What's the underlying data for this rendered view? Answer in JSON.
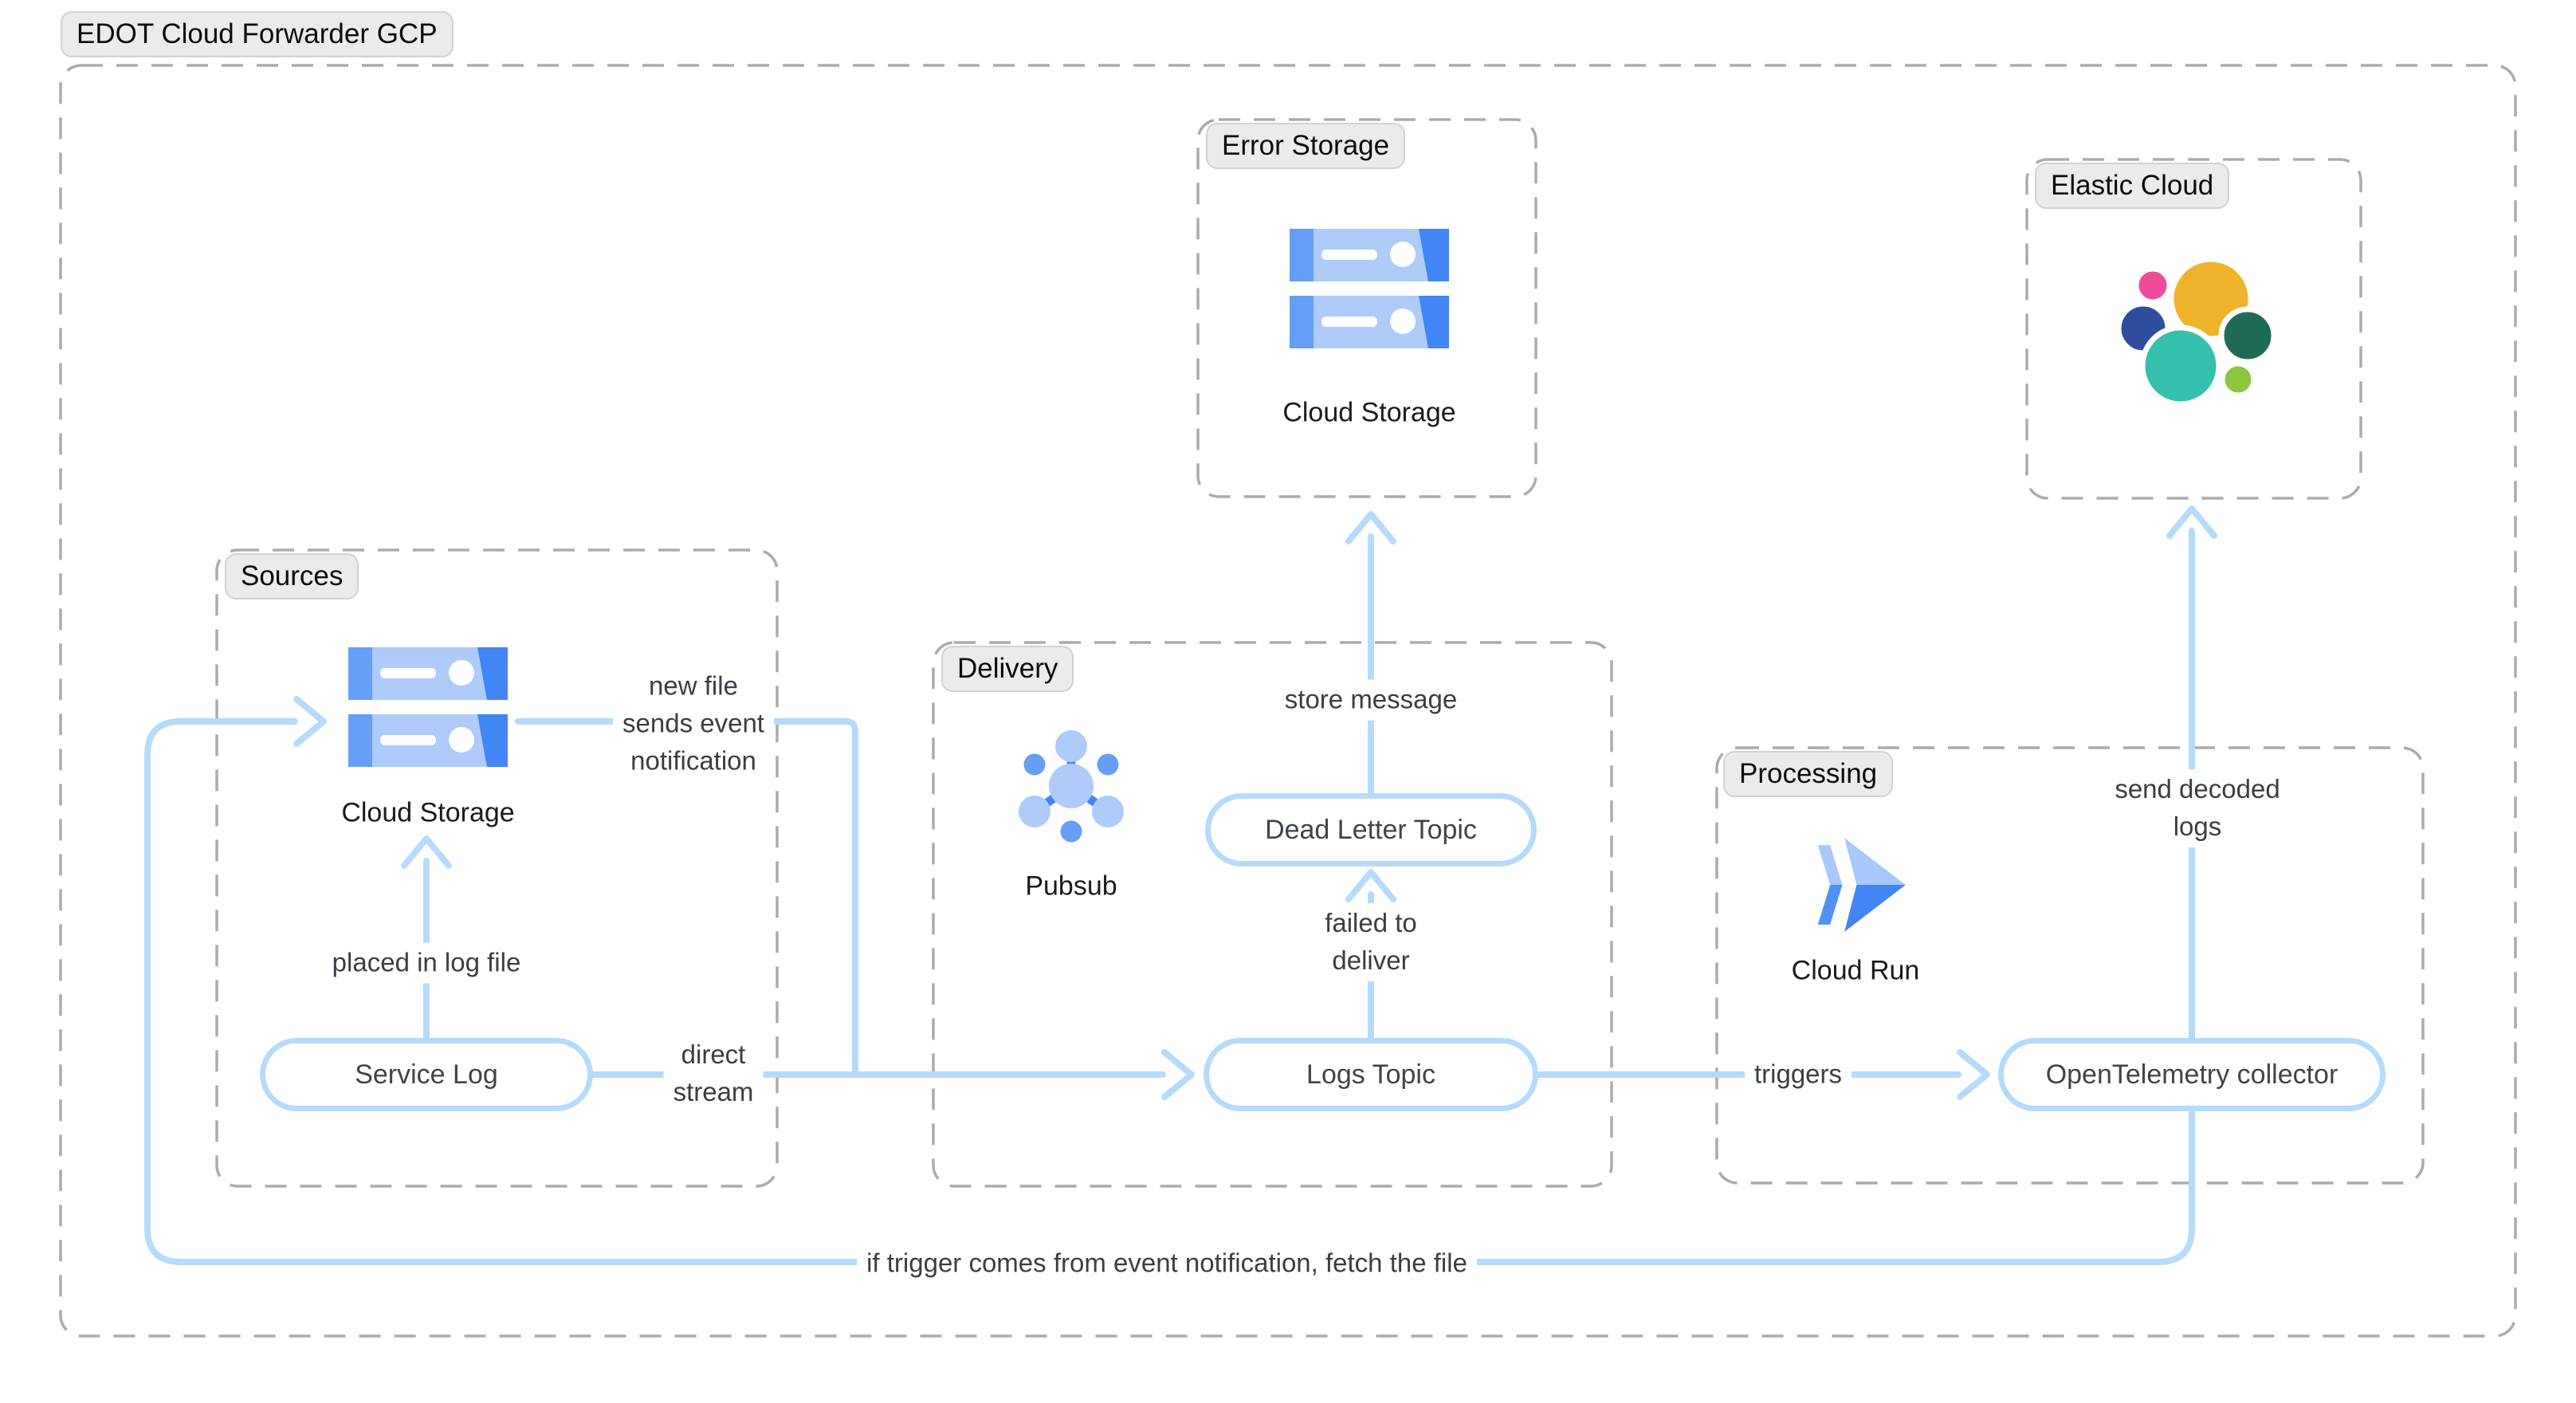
{
  "title": "EDOT Cloud Forwarder GCP",
  "groups": {
    "sources": {
      "label": "Sources"
    },
    "delivery": {
      "label": "Delivery"
    },
    "processing": {
      "label": "Processing"
    },
    "error_storage": {
      "label": "Error Storage"
    },
    "elastic_cloud": {
      "label": "Elastic Cloud"
    }
  },
  "nodes": {
    "service_log": {
      "label": "Service Log"
    },
    "logs_topic": {
      "label": "Logs Topic"
    },
    "dead_letter_topic": {
      "label": "Dead Letter Topic"
    },
    "otel_collector": {
      "label": "OpenTelemetry collector"
    }
  },
  "icons": {
    "cloud_storage_sources": {
      "name": "cloud-storage-icon",
      "caption": "Cloud Storage"
    },
    "cloud_storage_error": {
      "name": "cloud-storage-icon",
      "caption": "Cloud Storage"
    },
    "pubsub": {
      "name": "pubsub-icon",
      "caption": "Pubsub"
    },
    "cloud_run": {
      "name": "cloud-run-icon",
      "caption": "Cloud Run"
    },
    "elastic_logo": {
      "name": "elastic-logo-icon"
    }
  },
  "edges": {
    "new_file": {
      "label": "new file\nsends event\nnotification"
    },
    "placed": {
      "label": "placed in log file"
    },
    "direct": {
      "label": "direct\nstream"
    },
    "store": {
      "label": "store message"
    },
    "failed": {
      "label": "failed to\ndeliver"
    },
    "triggers": {
      "label": "triggers"
    },
    "send_decoded": {
      "label": "send decoded\nlogs"
    },
    "fetch": {
      "label": "if trigger comes from event notification, fetch the file"
    }
  },
  "colors": {
    "arrow_blue": "#b6dafa",
    "dash_gray": "#ababab",
    "storage_light": "#aecbfa",
    "storage_medium": "#669df6",
    "storage_dark": "#4285f4",
    "elastic_yellow": "#eeb32b",
    "elastic_pink": "#ee4c98",
    "elastic_navy": "#2e4d9d",
    "elastic_teal": "#35c0ae",
    "elastic_dark_green": "#1f6b57",
    "elastic_light_green": "#8ec63f"
  }
}
